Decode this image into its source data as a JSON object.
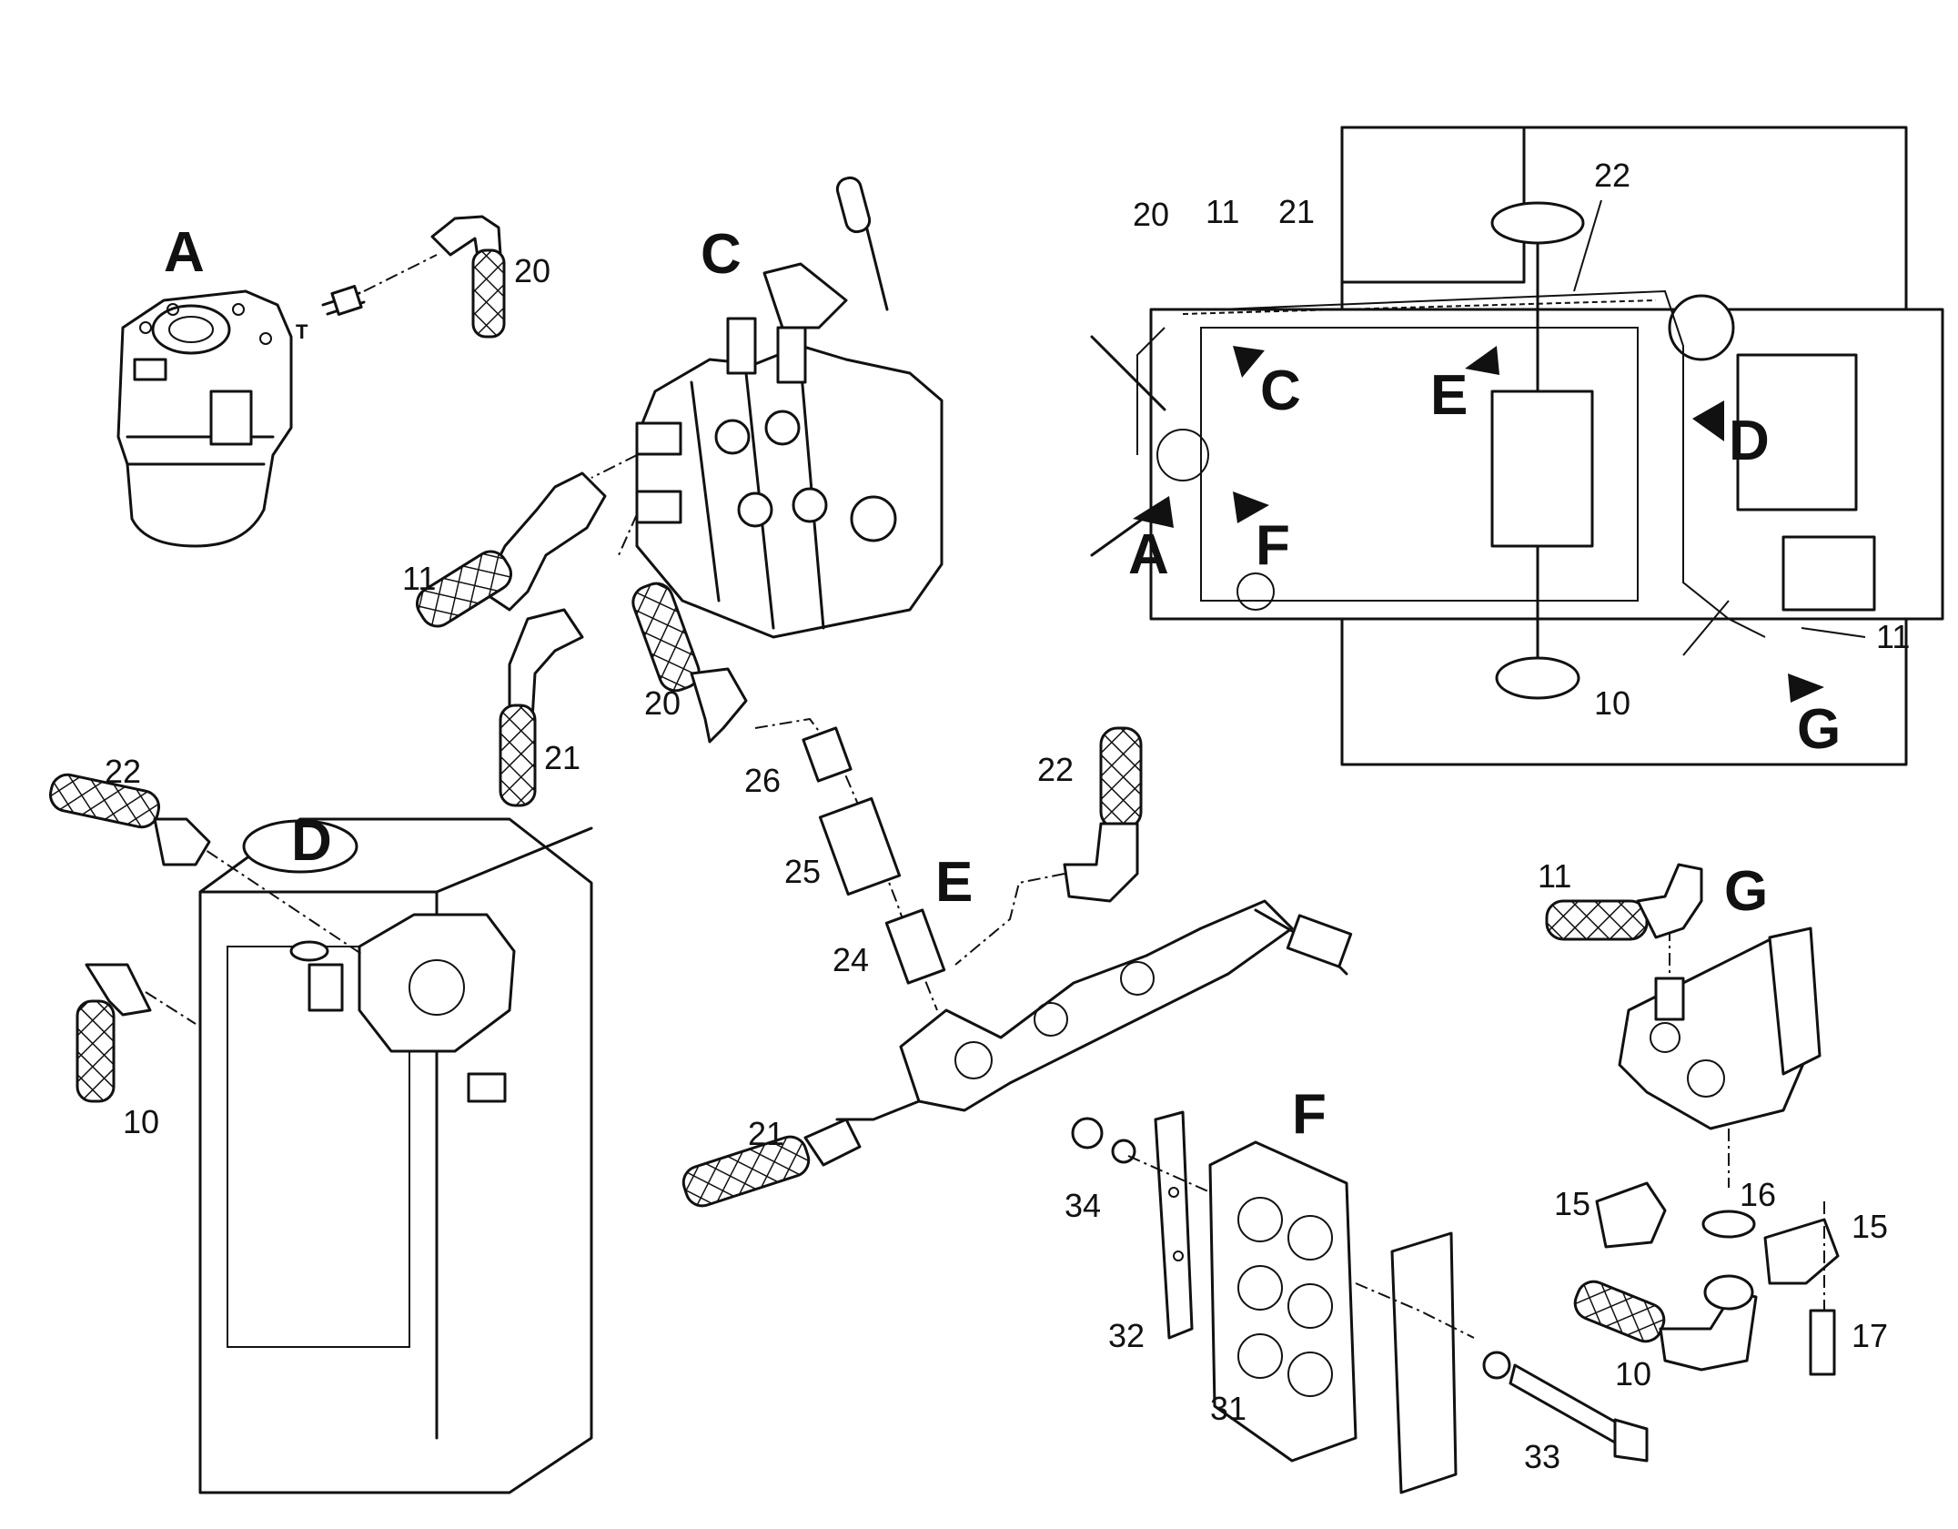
{
  "callouts": {
    "A": "A",
    "C": "C",
    "D": "D",
    "E": "E",
    "F": "F",
    "G": "G"
  },
  "inset_labels": {
    "A": "A",
    "C": "C",
    "D": "D",
    "E": "E",
    "F": "F",
    "G": "G"
  },
  "part_numbers": {
    "a_hose_20": "20",
    "a_port_t": "T",
    "c_hose_11": "11",
    "c_hose_21": "21",
    "c_hose_20": "20",
    "e_fitting_26": "26",
    "e_fitting_25": "25",
    "e_fitting_24": "24",
    "e_hose_22": "22",
    "e_hose_21": "21",
    "d_hose_22": "22",
    "d_hose_10": "10",
    "f_nut_34": "34",
    "f_plate_32": "32",
    "f_block_31": "31",
    "f_bolt_33": "33",
    "g_hose_11": "11",
    "g_clamp_15_left": "15",
    "g_washer_16": "16",
    "g_clamp_15_right": "15",
    "g_screw_17": "17",
    "g_hose_10": "10",
    "inset_20": "20",
    "inset_11": "11",
    "inset_21": "21",
    "inset_22": "22",
    "inset_11_right": "11",
    "inset_10": "10"
  }
}
